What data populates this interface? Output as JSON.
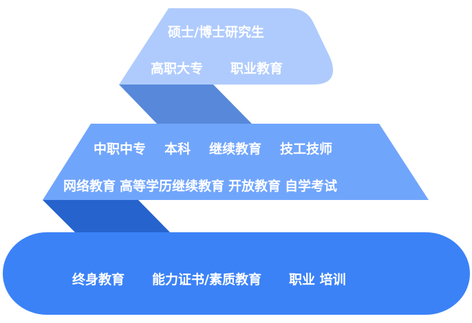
{
  "colors": {
    "top": "#afcbfd",
    "connector_top": "#5788d9",
    "middle": "#70a5fc",
    "connector_bottom": "#2663cd",
    "bottom": "#3b82f7",
    "text": "#ffffff"
  },
  "top_tier": {
    "line1": [
      "硕士/博士研究生"
    ],
    "line2": [
      "高职大专",
      "职业教育"
    ]
  },
  "middle_tier": {
    "line1": [
      "中职中专",
      "本科",
      "继续教育",
      "技工技师"
    ],
    "line2": [
      "网络教育",
      "高等学历继续教育",
      "开放教育",
      "自学考试"
    ]
  },
  "bottom_tier": {
    "line1": [
      "终身教育",
      "能力证书/素质教育",
      "职业 培训"
    ]
  }
}
